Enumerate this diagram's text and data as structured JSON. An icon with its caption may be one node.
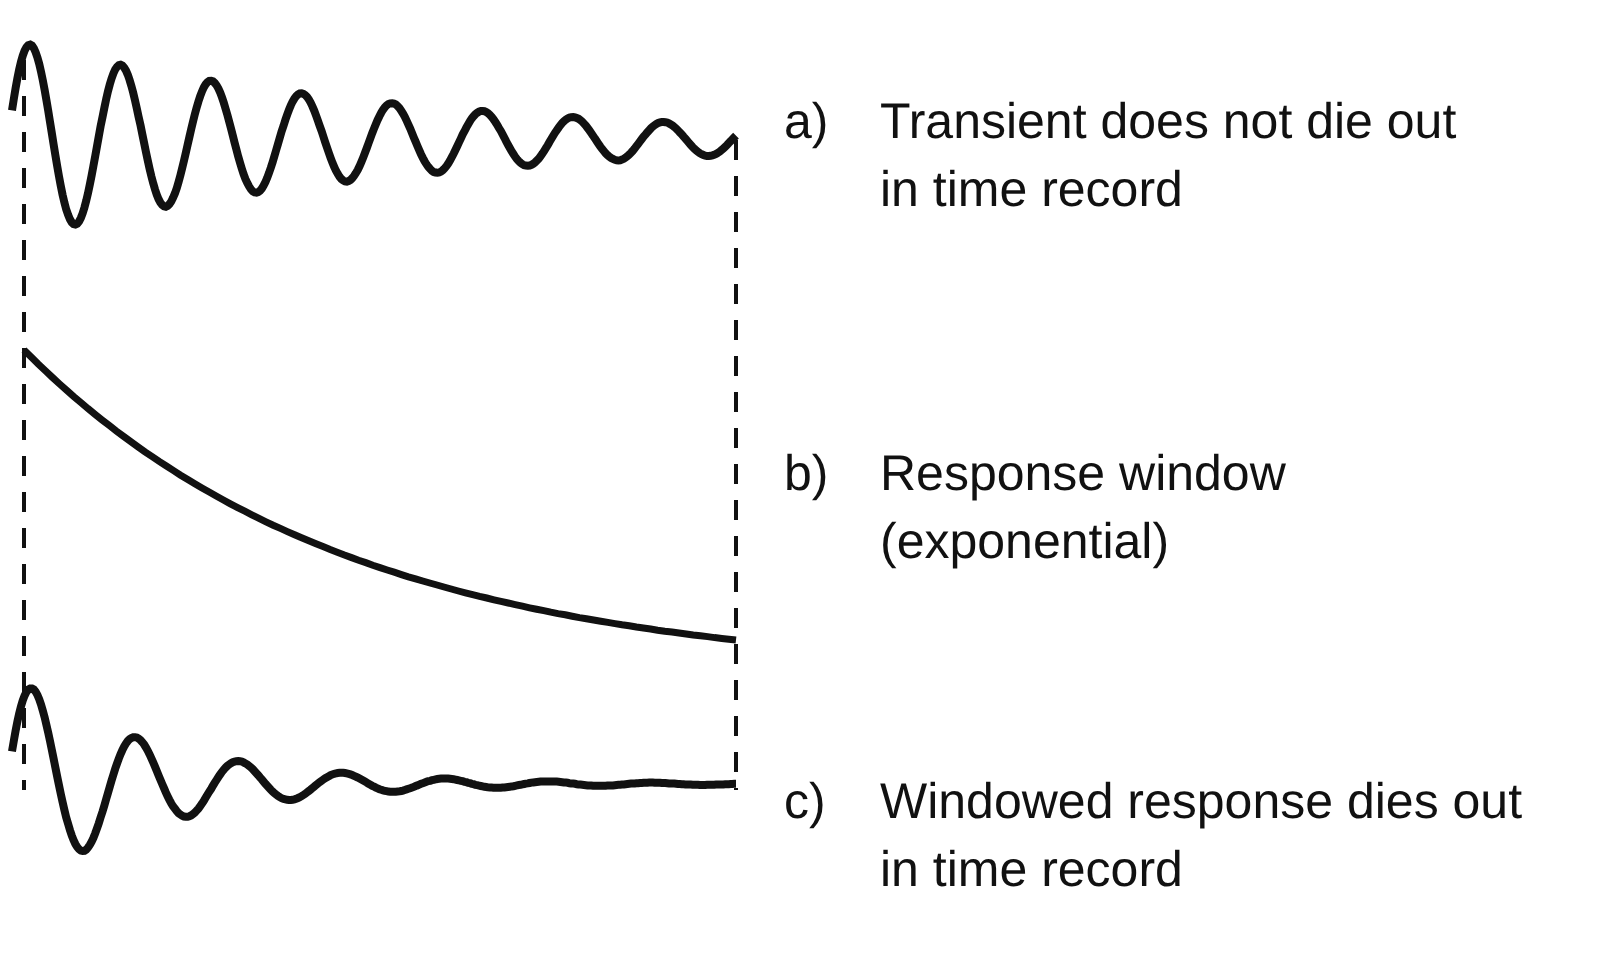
{
  "diagram": {
    "labels": [
      "a)",
      "Transient does not die out in time record",
      "b)",
      "Response window (exponential)",
      "c)",
      "Windowed response dies out in time record"
    ]
  }
}
